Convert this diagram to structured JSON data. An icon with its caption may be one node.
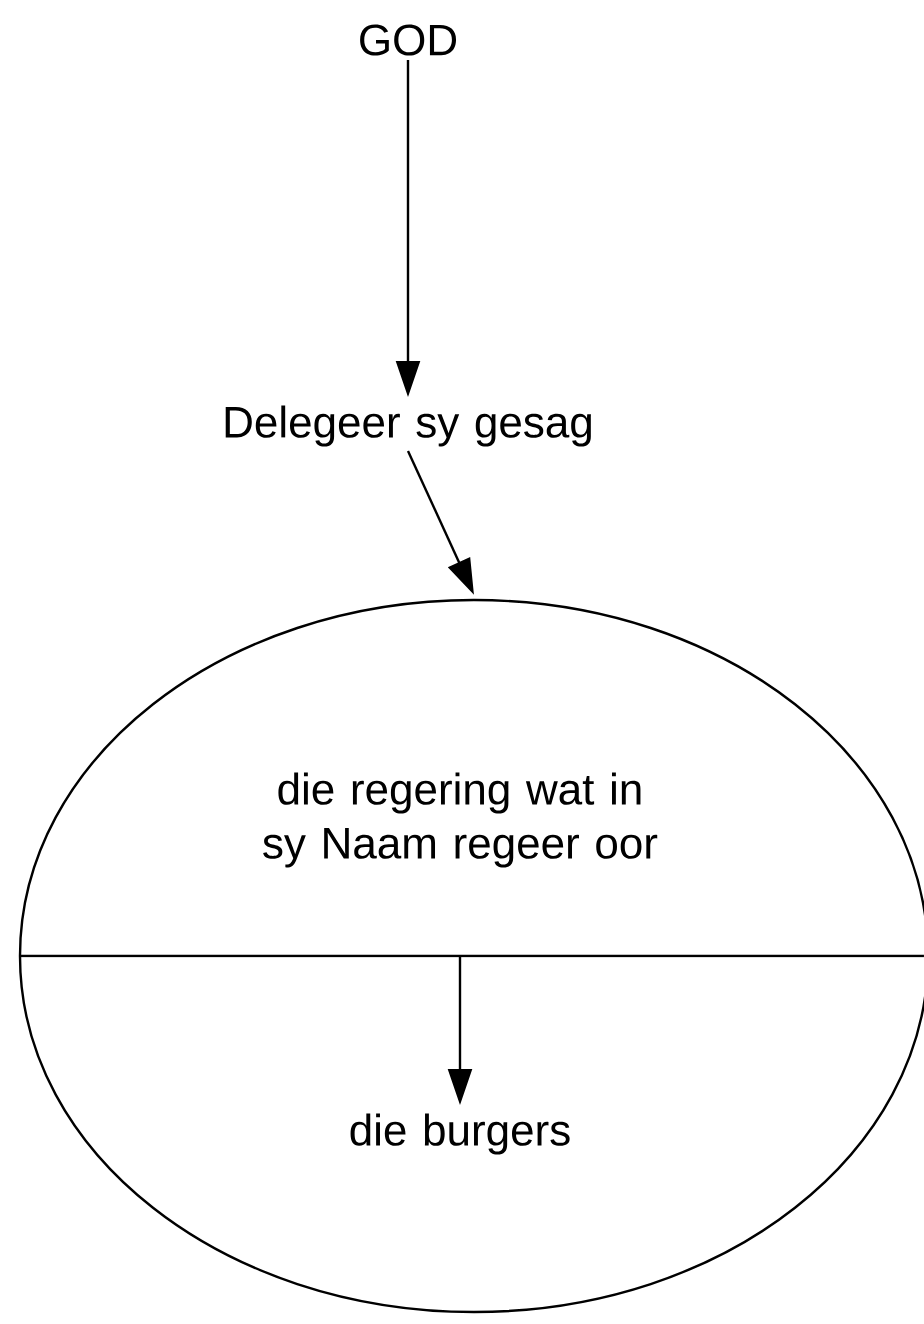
{
  "diagram": {
    "nodes": [
      {
        "text": [
          "GOD"
        ]
      },
      {
        "text": [
          "Delegeer sy gesag"
        ]
      },
      {
        "text": [],
        "shape": "ellipse"
      },
      {
        "text": [
          "die regering wat in sy Naam regeer oor"
        ],
        "in": 2
      },
      {
        "text": [
          "die burgers"
        ],
        "in": 2
      }
    ],
    "edges": [
      {
        "from": 0,
        "to": 1,
        "arrow": "to"
      },
      {
        "from": 1,
        "to": 2,
        "arrow": "to"
      },
      {
        "from": 3,
        "to": 4,
        "arrow": "to"
      }
    ]
  }
}
